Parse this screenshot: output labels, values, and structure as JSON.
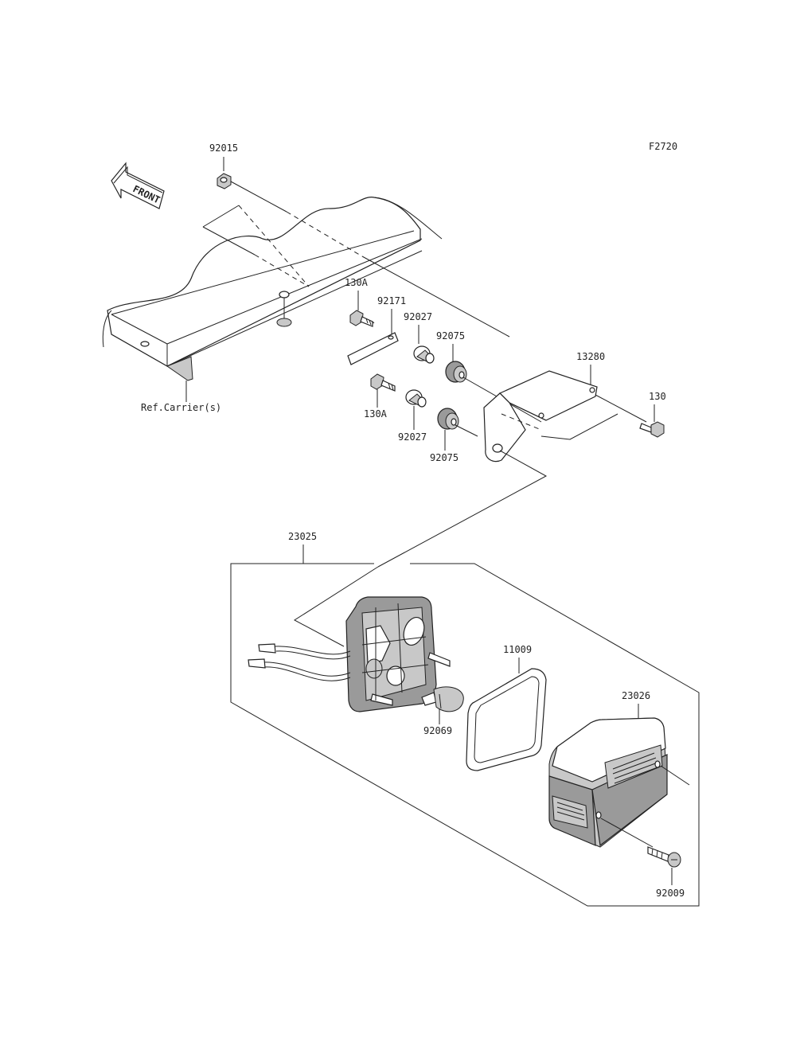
{
  "figure_code": "F2720",
  "front_label": "FRONT",
  "reference_label": "Ref.Carrier(s)",
  "part_labels": {
    "nut_top": "92015",
    "bolt_upper": "130A",
    "bolt_lower": "130A",
    "plate": "92171",
    "collar_upper": "92027",
    "collar_lower": "92027",
    "grommet_upper": "92075",
    "grommet_lower": "92075",
    "bracket": "13280",
    "bolt_right": "130",
    "taillight_assy": "23025",
    "gasket": "11009",
    "bulb": "92069",
    "lens": "23026",
    "screw": "92009"
  }
}
